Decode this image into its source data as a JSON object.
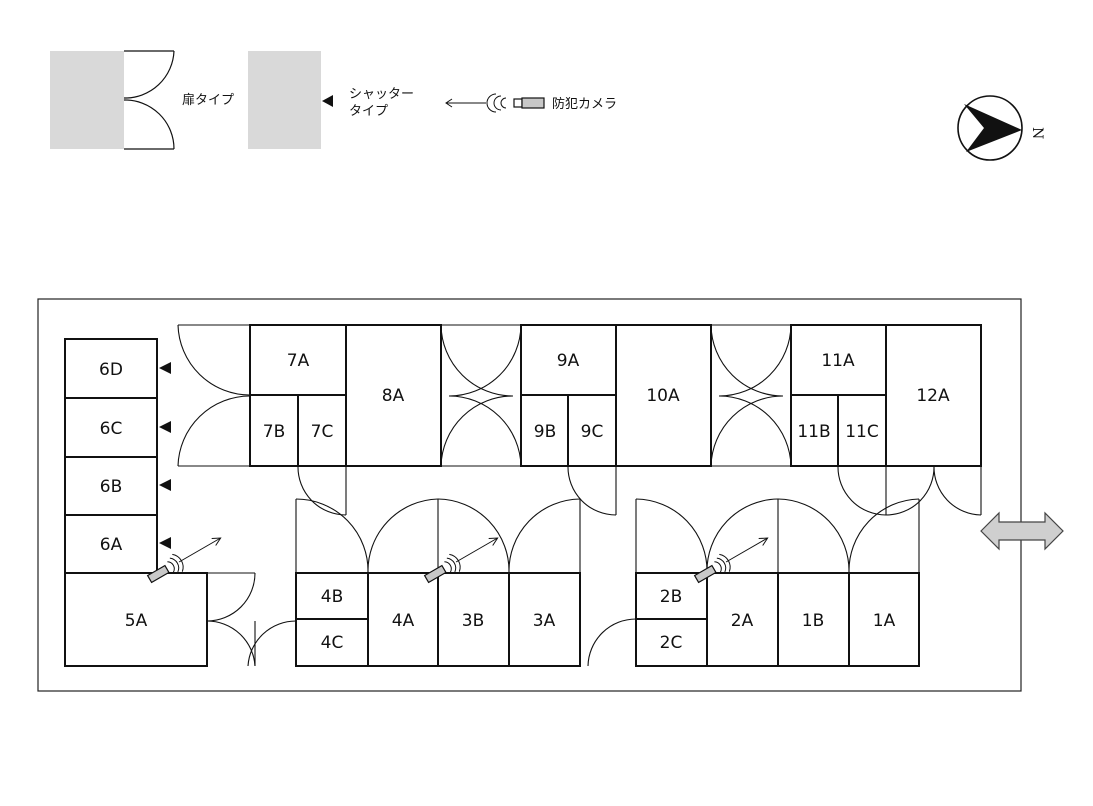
{
  "legend": {
    "door_type": "扉タイプ",
    "shutter_line1": "シャッター",
    "shutter_line2": "タイプ",
    "camera": "防犯カメラ"
  },
  "compass": {
    "north": "N"
  },
  "colors": {
    "legend_fill": "#d9d9d9",
    "arrow_fill": "#cfcfcf",
    "line": "#111111"
  },
  "units": {
    "u6D": "6D",
    "u6C": "6C",
    "u6B": "6B",
    "u6A": "6A",
    "u5A": "5A",
    "u7A": "7A",
    "u7B": "7B",
    "u7C": "7C",
    "u8A": "8A",
    "u9A": "9A",
    "u9B": "9B",
    "u9C": "9C",
    "u10A": "10A",
    "u11A": "11A",
    "u11B": "11B",
    "u11C": "11C",
    "u12A": "12A",
    "u4B": "4B",
    "u4C": "4C",
    "u4A": "4A",
    "u3B": "3B",
    "u3A": "3A",
    "u2B": "2B",
    "u2C": "2C",
    "u2A": "2A",
    "u1B": "1B",
    "u1A": "1A"
  }
}
